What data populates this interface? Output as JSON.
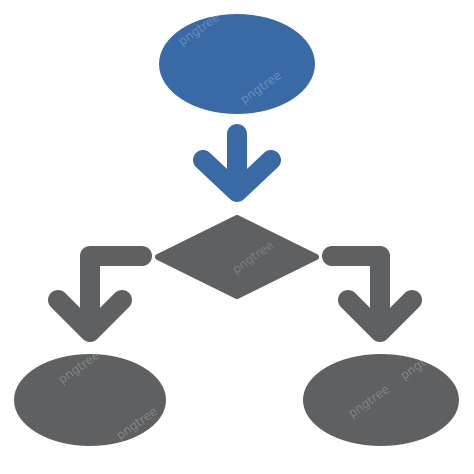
{
  "diagram": {
    "colors": {
      "accent": "#3a6aa5",
      "shape": "#5f6061",
      "background": "#ffffff"
    },
    "nodes": [
      {
        "id": "start",
        "shape": "ellipse",
        "color": "accent"
      },
      {
        "id": "decision",
        "shape": "diamond",
        "color": "shape"
      },
      {
        "id": "outcome-left",
        "shape": "ellipse",
        "color": "shape"
      },
      {
        "id": "outcome-right",
        "shape": "ellipse",
        "color": "shape"
      }
    ],
    "edges": [
      {
        "from": "start",
        "to": "decision",
        "color": "accent"
      },
      {
        "from": "decision",
        "to": "outcome-left",
        "color": "shape"
      },
      {
        "from": "decision",
        "to": "outcome-right",
        "color": "shape"
      }
    ]
  },
  "watermark": {
    "text": "pngtree"
  }
}
